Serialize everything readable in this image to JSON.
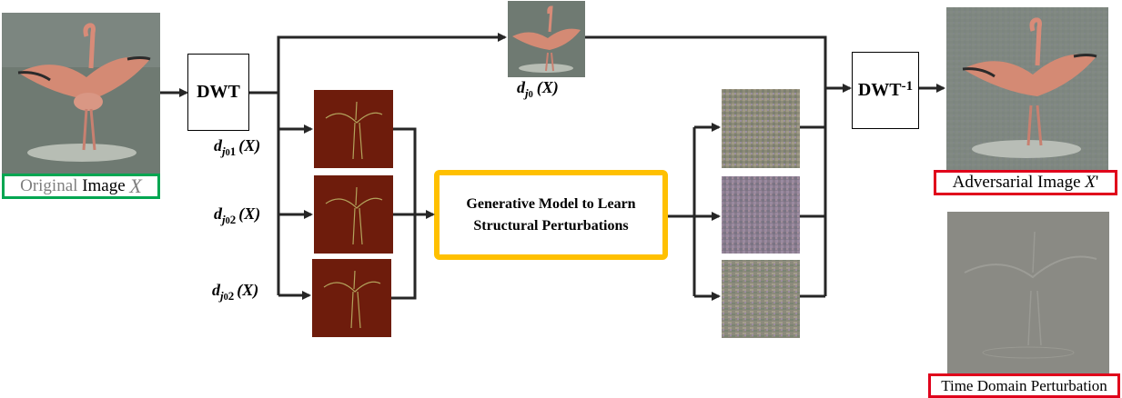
{
  "original_caption": {
    "word1": "Original",
    "word2": "Image",
    "var": "X"
  },
  "adversarial_caption": {
    "text": "Adversarial  Image",
    "var": "X",
    "prime": "'"
  },
  "time_caption": "Time Domain Perturbation",
  "dwt_label": "DWT",
  "idwt_label": "DWT",
  "idwt_sup": "-1",
  "generator_line1": "Generative Model to Learn",
  "generator_line2": "Structural Perturbations",
  "coef": {
    "d": "d",
    "j": "j",
    "zero": "0",
    "arg": "(X)",
    "idx1": "1",
    "idx2": "2",
    "idx3": "2"
  },
  "colors": {
    "green_border": "#00a651",
    "red_border": "#e0001b",
    "generator_border": "#ffc000",
    "arrow": "#262626",
    "subband": "#6e1c0c"
  }
}
